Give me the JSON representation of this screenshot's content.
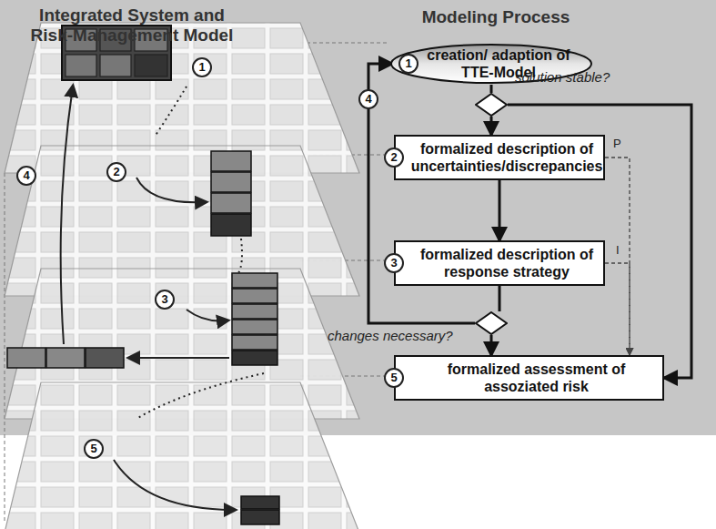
{
  "diagram": {
    "nodes": [
      {
        "text": [
          "1",
          "creation/ adaption of TTE-Model"
        ]
      },
      {
        "text": [
          "solution stable?"
        ]
      },
      {
        "text": [
          "2",
          "formalized description of uncertainties/discrepancies"
        ]
      },
      {
        "text": [
          "3",
          "formalized description of response strategy"
        ]
      },
      {
        "text": [
          "changes necessary?"
        ]
      },
      {
        "text": [
          "5",
          "formalized assessment  of assoziated risk"
        ]
      }
    ],
    "edges": [
      {
        "from": 0,
        "to": 1,
        "arrow": "none"
      },
      {
        "from": 1,
        "to": 2,
        "arrow": "to"
      },
      {
        "from": 2,
        "to": 3,
        "arrow": "to"
      },
      {
        "from": 3,
        "to": 4,
        "arrow": "none"
      },
      {
        "from": 4,
        "to": 5,
        "arrow": "to"
      },
      {
        "from": 1,
        "to": 5,
        "arrow": "to"
      },
      {
        "from": 4,
        "to": 0,
        "label": "4",
        "arrow": "to"
      },
      {
        "from": 2,
        "to": 5,
        "label": "P",
        "arrow": "to"
      },
      {
        "from": 3,
        "to": 5,
        "label": "I",
        "arrow": "to"
      }
    ],
    "labels": [
      "Integrated System and Risk-Management Model",
      "Modeling Process",
      "1",
      "2",
      "3",
      "4",
      "5"
    ]
  }
}
